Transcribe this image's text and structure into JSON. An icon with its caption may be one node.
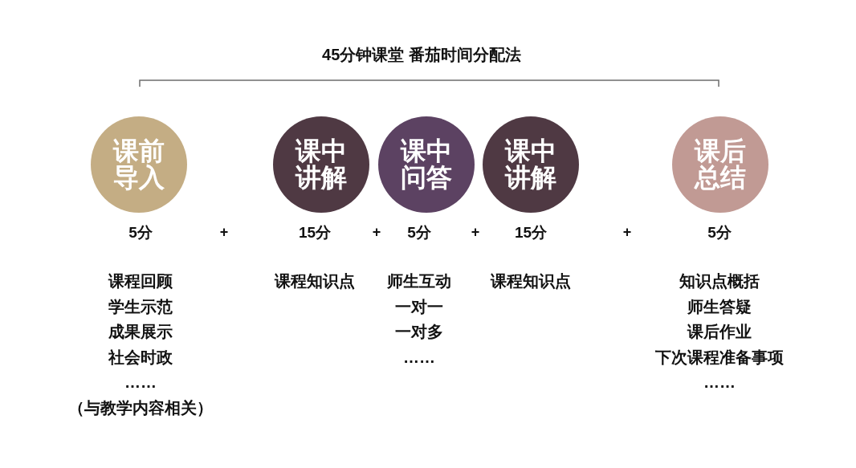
{
  "diagram": {
    "title": "45分钟课堂 番茄时间分配法",
    "nodes": [
      {
        "text": [
          "课前导入"
        ],
        "beside": [
          "5分",
          "课程回顾",
          "学生示范",
          "成果展示",
          "社会时政",
          "……",
          "（与教学内容相关）"
        ]
      },
      {
        "text": [
          "课中讲解"
        ],
        "beside": [
          "15分",
          "课程知识点"
        ]
      },
      {
        "text": [
          "课中问答"
        ],
        "beside": [
          "5分",
          "师生互动",
          "一对一",
          "一对多",
          "……"
        ]
      },
      {
        "text": [
          "课中讲解"
        ],
        "beside": [
          "15分",
          "课程知识点"
        ]
      },
      {
        "text": [
          "课后总结"
        ],
        "beside": [
          "5分",
          "知识点概括",
          "师生答疑",
          "课后作业",
          "下次课程准备事项",
          "……"
        ]
      }
    ],
    "labels": [
      "+",
      "+",
      "+",
      "+"
    ]
  }
}
